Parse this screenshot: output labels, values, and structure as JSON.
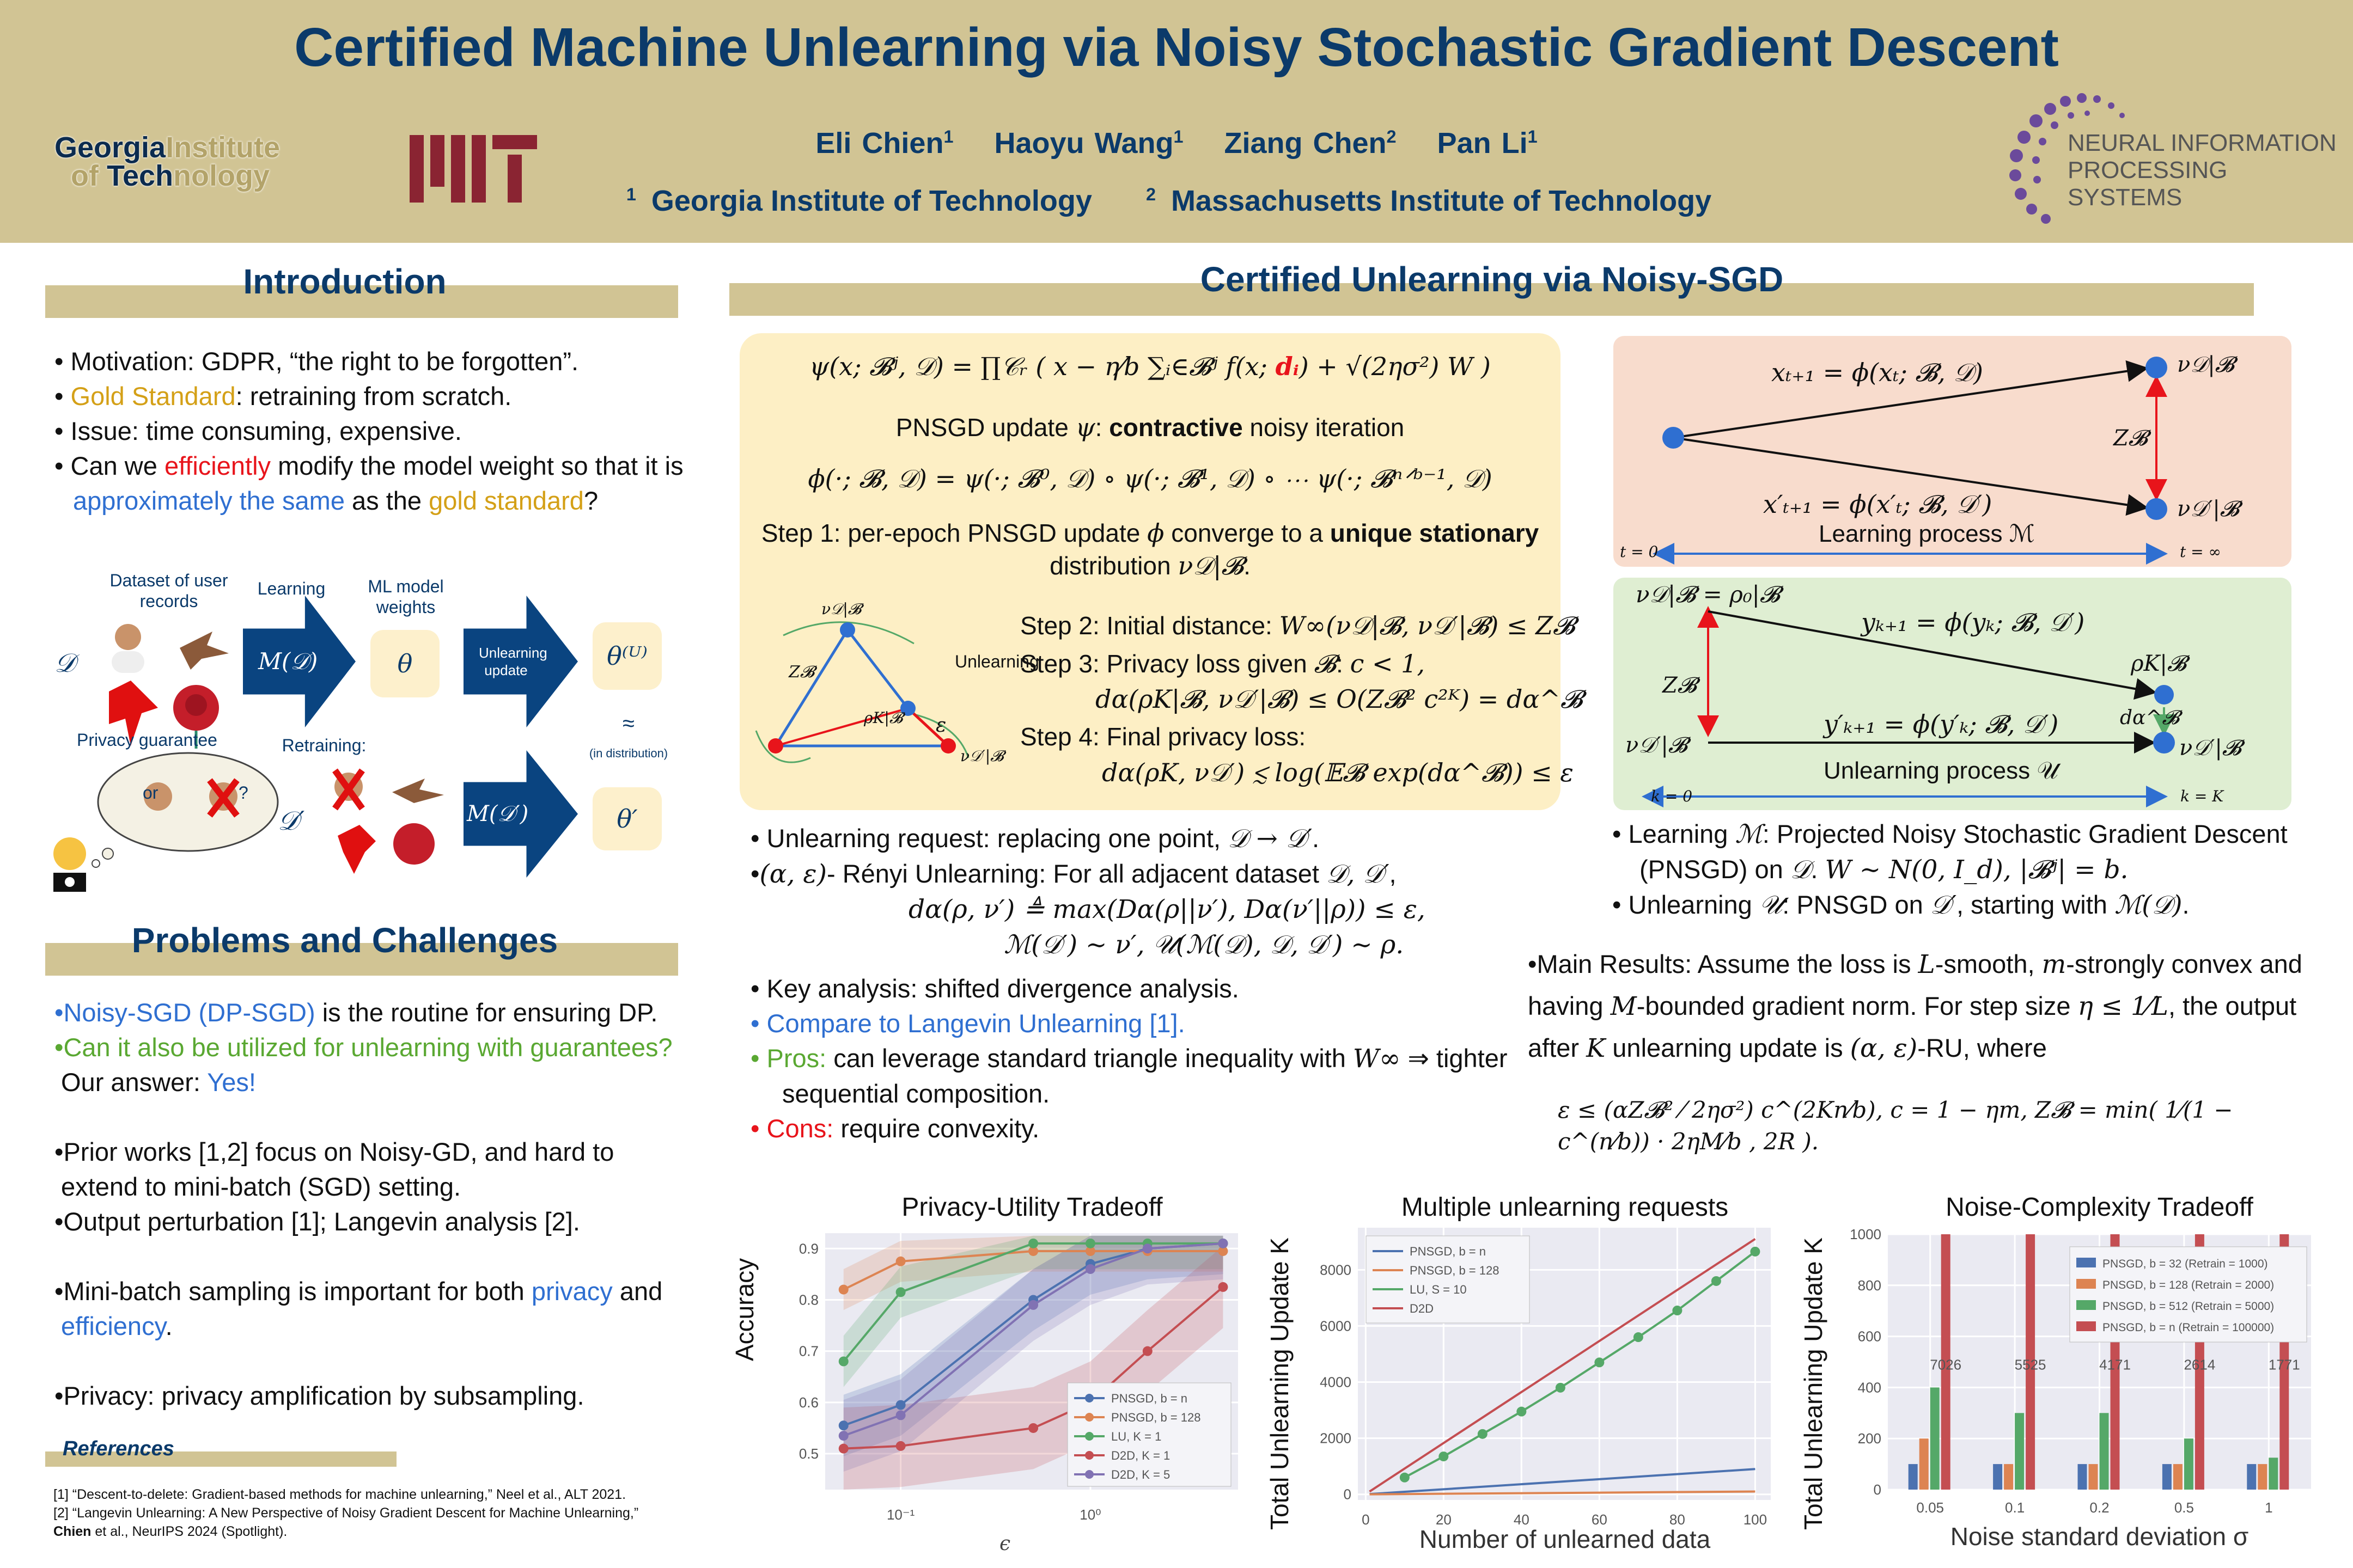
{
  "header": {
    "title": "Certified Machine Unlearning via Noisy Stochastic Gradient Descent",
    "authors": [
      {
        "name": "Eli Chien",
        "sup": "1"
      },
      {
        "name": "Haoyu Wang",
        "sup": "1"
      },
      {
        "name": "Ziang Chen",
        "sup": "2"
      },
      {
        "name": "Pan Li",
        "sup": "1"
      }
    ],
    "affiliations": [
      {
        "sup": "1",
        "name": "Georgia Institute of Technology"
      },
      {
        "sup": "2",
        "name": "Massachusetts Institute of Technology"
      }
    ],
    "gt_logo": {
      "line1a": "Georgia",
      "line1b": "Institute",
      "line2a": "of ",
      "line2b": "Tech",
      "line2c": "nology"
    },
    "mit_logo": "MIT",
    "neurips_logo": {
      "line1": "NEURAL INFORMATION",
      "line2": "PROCESSING SYSTEMS"
    }
  },
  "colors": {
    "navy": "#0b3a6a",
    "gold": "#d4a017",
    "red": "#e8141b",
    "blue": "#2f6fd1",
    "green": "#5aa832",
    "tan": "#d1c494"
  },
  "intro": {
    "title": "Introduction",
    "bullets": [
      [
        {
          "t": "• Motivation: GDPR, “the right to be forgotten”."
        }
      ],
      [
        {
          "t": "• "
        },
        {
          "t": "Gold Standard",
          "c": "gold"
        },
        {
          "t": ": retraining from scratch."
        }
      ],
      [
        {
          "t": "• Issue: time consuming, expensive."
        }
      ],
      [
        {
          "t": "• Can we "
        },
        {
          "t": "efficiently",
          "c": "red"
        },
        {
          "t": " modify the model weight so that it is "
        },
        {
          "t": "approximately the same",
          "c": "blue"
        },
        {
          "t": " as the "
        },
        {
          "t": "gold standard",
          "c": "gold"
        },
        {
          "t": "?"
        }
      ]
    ],
    "diagram": {
      "dataset": "Dataset of user records",
      "learning": "Learning",
      "weights": "ML model weights",
      "unlearning": "Unlearning update",
      "D": "𝒟",
      "MD": "M(𝒟)",
      "theta": "θ",
      "thetaU": "θ⁽ᵁ⁾",
      "privacy": "Privacy guarantee",
      "retraining": "Retraining:",
      "approx": "≈",
      "in_dist": "(in distribution)",
      "Dp": "𝒟′",
      "MDp": "M(𝒟′)",
      "thetap": "θ′",
      "or": "or",
      "q": "?"
    }
  },
  "problems": {
    "title": "Problems and Challenges",
    "bullets": [
      [
        {
          "t": "•Noisy-SGD (DP-SGD)",
          "c": "blue"
        },
        {
          "t": " is the routine for ensuring DP."
        }
      ],
      [
        {
          "t": "•Can it also be utilized for unlearning with guarantees?",
          "c": "green"
        },
        {
          "t": " Our answer: "
        },
        {
          "t": "Yes!",
          "c": "blue"
        }
      ],
      [
        {
          "t": "•Prior works [1,2] focus on Noisy-GD, and hard to extend to mini-batch (SGD) setting."
        }
      ],
      [
        {
          "t": "•Output perturbation [1]; Langevin analysis [2]."
        }
      ],
      [
        {
          "t": "•Mini-batch sampling is important for both "
        },
        {
          "t": "privacy",
          "c": "blue"
        },
        {
          "t": " and "
        },
        {
          "t": "efficiency",
          "c": "blue"
        },
        {
          "t": "."
        }
      ],
      [
        {
          "t": "•Privacy: privacy amplification by subsampling."
        }
      ]
    ]
  },
  "references": {
    "title": "References",
    "items": [
      [
        {
          "t": "[1] “Descent-to-delete: Gradient-based methods for machine unlearning,” Neel et al., ALT 2021."
        }
      ],
      [
        {
          "t": "[2] “Langevin Unlearning: A New Perspective of Noisy Gradient Descent for Machine Unlearning,” "
        },
        {
          "t": "Chien",
          "s": "b"
        },
        {
          "t": " et al., NeurIPS 2024 (Spotlight)."
        }
      ]
    ]
  },
  "method": {
    "title": "Certified Unlearning via Noisy-SGD",
    "eq1": [
      {
        "t": "ψ(x; 𝓑ʲ, 𝒟) = ∏",
        "s": "m"
      },
      {
        "t": "𝒞ᵣ",
        "s": "m"
      },
      {
        "t": " ( x − ",
        "s": "m"
      },
      {
        "t": "η⁄b",
        "s": "m"
      },
      {
        "t": " ∑ᵢ∈𝓑ʲ f(x; ",
        "s": "m"
      },
      {
        "t": "dᵢ",
        "s": "m b",
        "c": "red"
      },
      {
        "t": ") + √(2ησ²) W )",
        "s": "m"
      }
    ],
    "eq1_caption": [
      {
        "t": "PNSGD update "
      },
      {
        "t": "ψ",
        "s": "m"
      },
      {
        "t": ": "
      },
      {
        "t": "contractive",
        "s": "b"
      },
      {
        "t": " noisy iteration"
      }
    ],
    "eq2": [
      {
        "t": "ϕ(·; 𝓑, 𝒟) = ψ(·; 𝓑⁰, 𝒟) ∘ ψ(·; 𝓑¹, 𝒟) ∘ ⋯ ψ(·; 𝓑ⁿᐟᵇ⁻¹, 𝒟)",
        "s": "m"
      }
    ],
    "step1": [
      {
        "t": "Step 1: per-epoch PNSGD update "
      },
      {
        "t": "ϕ",
        "s": "m"
      },
      {
        "t": " converge to a "
      },
      {
        "t": "unique stationary",
        "s": "b"
      }
    ],
    "step1b": [
      {
        "t": "distribution "
      },
      {
        "t": "ν𝒟|𝓑",
        "s": "m"
      },
      {
        "t": "."
      }
    ],
    "triangle": {
      "top": "ν𝒟|𝓑",
      "z": "Z𝓑",
      "rho": "ρK|𝓑",
      "eps": "ε",
      "nup": "ν𝒟′|𝓑",
      "unlearning": "Unlearning"
    },
    "step2": [
      {
        "t": "Step 2: Initial distance: "
      },
      {
        "t": "W∞(ν𝒟|𝓑, ν𝒟′|𝓑) ≤ Z𝓑",
        "s": "m"
      }
    ],
    "step3": [
      {
        "t": "Step 3: Privacy loss given "
      },
      {
        "t": "𝓑",
        "s": "m"
      },
      {
        "t": ": "
      },
      {
        "t": "c < 1,",
        "s": "m"
      }
    ],
    "step3b": [
      {
        "t": "dα(ρK|𝓑, ν𝒟′|𝓑) ≤ O(Z𝓑² c²ᴷ) = dα^𝓑",
        "s": "m"
      }
    ],
    "step4": [
      {
        "t": "Step 4: Final privacy loss:"
      }
    ],
    "step4b": [
      {
        "t": "dα(ρK, ν𝒟′) ≲ log(𝔼𝓑 exp(dα^𝓑)) ≤ ε",
        "s": "m"
      }
    ],
    "learn_box": {
      "eq_top": "xₜ₊₁ = ϕ(xₜ; 𝓑, 𝒟)",
      "nu_top": "ν𝒟|𝓑",
      "z": "Z𝓑",
      "eq_bot": "x′ₜ₊₁ = ϕ(x′ₜ; 𝓑, 𝒟′)",
      "nu_bot": "ν𝒟′|𝓑",
      "label": "Learning process ℳ",
      "t0": "t = 0",
      "tinf": "t = ∞"
    },
    "unlearn_box": {
      "start": "ν𝒟|𝓑 = ρ₀|𝓑",
      "eq_top": "yₖ₊₁ = ϕ(yₖ; 𝓑, 𝒟′)",
      "rho": "ρK|𝓑",
      "z": "Z𝓑",
      "d": "dα^𝓑",
      "nu_left": "ν𝒟′|𝓑",
      "eq_bot": "y′ₖ₊₁ = ϕ(y′ₖ; 𝓑, 𝒟′)",
      "nu_right": "ν𝒟′|𝓑",
      "label": "Unlearning process 𝒰",
      "k0": "k = 0",
      "kK": "k = K"
    },
    "bullets": [
      [
        {
          "t": "• Unlearning request: replacing one point, "
        },
        {
          "t": "𝒟 → 𝒟′",
          "s": "m"
        },
        {
          "t": "."
        }
      ],
      [
        {
          "t": "•"
        },
        {
          "t": "(α, ε)",
          "s": "m"
        },
        {
          "t": "- Rényi Unlearning: For all adjacent dataset "
        },
        {
          "t": "𝒟, 𝒟′",
          "s": "m"
        },
        {
          "t": ","
        }
      ],
      [
        {
          "t": "dα(ρ, ν′) ≜ max(Dα(ρ||ν′), Dα(ν′||ρ)) ≤ ε,",
          "s": "m"
        }
      ],
      [
        {
          "t": "ℳ(𝒟′) ∼ ν′, 𝒰(ℳ(𝒟), 𝒟, 𝒟′) ∼ ρ.",
          "s": "m"
        }
      ],
      [
        {
          "t": "• Key analysis: shifted divergence analysis."
        }
      ],
      [
        {
          "t": "• Compare to Langevin Unlearning [1].",
          "c": "blue"
        }
      ],
      [
        {
          "t": "• Pros:",
          "c": "green"
        },
        {
          "t": " can leverage standard triangle inequality with "
        },
        {
          "t": "W∞",
          "s": "m"
        },
        {
          "t": " ⇒ tighter sequential composition."
        }
      ],
      [
        {
          "t": "• Cons:",
          "c": "red"
        },
        {
          "t": " require convexity."
        }
      ]
    ],
    "right_bullets": [
      [
        {
          "t": "•  Learning "
        },
        {
          "t": "ℳ",
          "s": "m"
        },
        {
          "t": ": Projected Noisy Stochastic Gradient Descent (PNSGD) on "
        },
        {
          "t": "𝒟",
          "s": "m"
        },
        {
          "t": ". "
        },
        {
          "t": "W ∼ N(0, I_d), |𝓑ʲ| = b.",
          "s": "m"
        }
      ],
      [
        {
          "t": "•  Unlearning "
        },
        {
          "t": "𝒰",
          "s": "m"
        },
        {
          "t": ": PNSGD on "
        },
        {
          "t": "𝒟′",
          "s": "m"
        },
        {
          "t": ", starting with "
        },
        {
          "t": "ℳ(𝒟)",
          "s": "m"
        },
        {
          "t": "."
        }
      ]
    ],
    "main_result": [
      {
        "t": "•Main Results: Assume the loss is "
      },
      {
        "t": "L",
        "s": "m"
      },
      {
        "t": "-smooth, "
      },
      {
        "t": "m",
        "s": "m"
      },
      {
        "t": "-strongly convex and having "
      },
      {
        "t": "M",
        "s": "m"
      },
      {
        "t": "-bounded gradient norm. For step size "
      },
      {
        "t": "η ≤ 1⁄L",
        "s": "m"
      },
      {
        "t": ", the output after "
      },
      {
        "t": "K",
        "s": "m"
      },
      {
        "t": " unlearning update is "
      },
      {
        "t": "(α, ε)",
        "s": "m"
      },
      {
        "t": "-RU, where"
      }
    ],
    "main_eq": [
      {
        "t": "ε ≤ (αZ𝓑² ⁄ 2ησ²) c^(2Kn⁄b), c = 1 − ηm, Z𝓑 = min( 1⁄(1 − c^(n⁄b)) · 2ηM⁄b , 2R ).",
        "s": "m"
      }
    ]
  },
  "chart_data": [
    {
      "type": "line",
      "title": "Privacy-Utility Tradeoff",
      "xlabel": "ϵ",
      "ylabel": "Accuracy",
      "xscale": "log",
      "xlim": [
        0.04,
        6
      ],
      "ylim": [
        0.43,
        0.93
      ],
      "xticks": [
        {
          "v": 0.1,
          "label": "10⁻¹"
        },
        {
          "v": 1,
          "label": "10⁰"
        }
      ],
      "yticks": [
        0.5,
        0.6,
        0.7,
        0.8,
        0.9
      ],
      "legend": "bottom-right",
      "grid": true,
      "x": [
        0.05,
        0.1,
        0.5,
        1,
        2,
        5
      ],
      "series": [
        {
          "name": "PNSGD, b = n",
          "color": "#4c72b0",
          "values": [
            0.555,
            0.595,
            0.8,
            0.87,
            0.9,
            0.91
          ],
          "band": 0.06
        },
        {
          "name": "PNSGD, b = 128",
          "color": "#dd8452",
          "values": [
            0.82,
            0.875,
            0.895,
            0.895,
            0.895,
            0.895
          ],
          "band": 0.04
        },
        {
          "name": "LU, K = 1",
          "color": "#55a868",
          "values": [
            0.68,
            0.815,
            0.91,
            0.91,
            0.91,
            0.91
          ],
          "band": 0.05
        },
        {
          "name": "D2D, K = 1",
          "color": "#c44e52",
          "values": [
            0.51,
            0.515,
            0.55,
            0.6,
            0.7,
            0.825
          ],
          "band": 0.08
        },
        {
          "name": "D2D, K = 5",
          "color": "#8172b3",
          "values": [
            0.535,
            0.575,
            0.79,
            0.86,
            0.9,
            0.91
          ],
          "band": 0.07
        }
      ]
    },
    {
      "type": "line",
      "title": "Multiple unlearning requests",
      "xlabel": "Number of unlearned data",
      "ylabel": "Total Unlearning Update K",
      "xlim": [
        -2,
        104
      ],
      "ylim": [
        -200,
        9500
      ],
      "xticks": [
        0,
        20,
        40,
        60,
        80,
        100
      ],
      "yticks": [
        0,
        2000,
        4000,
        6000,
        8000
      ],
      "legend": "top-left",
      "grid": true,
      "series": [
        {
          "name": "PNSGD, b = n",
          "color": "#4c72b0",
          "x": [
            1,
            100
          ],
          "values": [
            10,
            900
          ]
        },
        {
          "name": "PNSGD, b = 128",
          "color": "#dd8452",
          "x": [
            1,
            100
          ],
          "values": [
            1,
            100
          ]
        },
        {
          "name": "LU, S = 10",
          "color": "#55a868",
          "markers": true,
          "x": [
            10,
            20,
            30,
            40,
            50,
            60,
            70,
            80,
            90,
            100
          ],
          "values": [
            600,
            1350,
            2150,
            2950,
            3800,
            4700,
            5600,
            6550,
            7600,
            8650
          ]
        },
        {
          "name": "D2D",
          "color": "#c44e52",
          "x": [
            1,
            100
          ],
          "values": [
            100,
            9100
          ]
        }
      ]
    },
    {
      "type": "bar",
      "title": "Noise-Complexity Tradeoff",
      "xlabel": "Noise standard deviation σ",
      "ylabel": "Total Unlearning Update K",
      "ylim": [
        0,
        1000
      ],
      "categories": [
        "0.05",
        "0.1",
        "0.2",
        "0.5",
        "1"
      ],
      "yticks": [
        0,
        200,
        400,
        600,
        800,
        1000
      ],
      "legend": "top-right",
      "grid": true,
      "series": [
        {
          "name": "PNSGD, b = 32 (Retrain = 1000)",
          "color": "#4c72b0",
          "values": [
            100,
            100,
            100,
            100,
            100
          ]
        },
        {
          "name": "PNSGD, b = 128 (Retrain = 2000)",
          "color": "#dd8452",
          "values": [
            200,
            100,
            100,
            100,
            100
          ]
        },
        {
          "name": "PNSGD, b = 512 (Retrain = 5000)",
          "color": "#55a868",
          "values": [
            400,
            300,
            300,
            200,
            125
          ]
        },
        {
          "name": "PNSGD, b = n (Retrain = 100000)",
          "color": "#c44e52",
          "values": [
            7026,
            5525,
            4171,
            2614,
            1771
          ],
          "labels": [
            "7026",
            "5525",
            "4171",
            "2614",
            "1771"
          ]
        }
      ]
    }
  ]
}
